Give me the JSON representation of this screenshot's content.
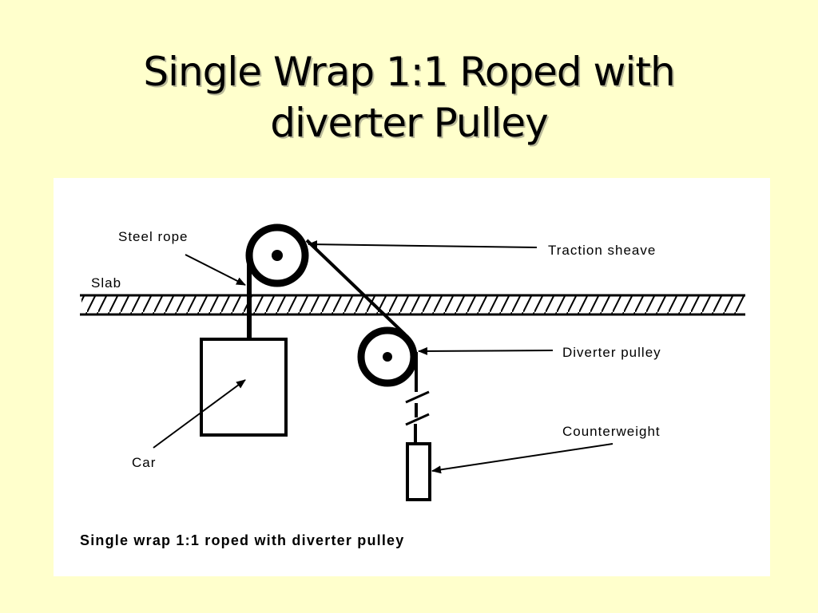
{
  "title": {
    "line1": "Single Wrap 1:1 Roped with",
    "line2": "diverter Pulley"
  },
  "diagram": {
    "labels": {
      "steel_rope": "Steel rope",
      "slab": "Slab",
      "traction_sheave": "Traction sheave",
      "diverter_pulley": "Diverter pulley",
      "counterweight": "Counterweight",
      "car": "Car"
    },
    "caption": "Single wrap 1:1 roped with diverter pulley"
  }
}
